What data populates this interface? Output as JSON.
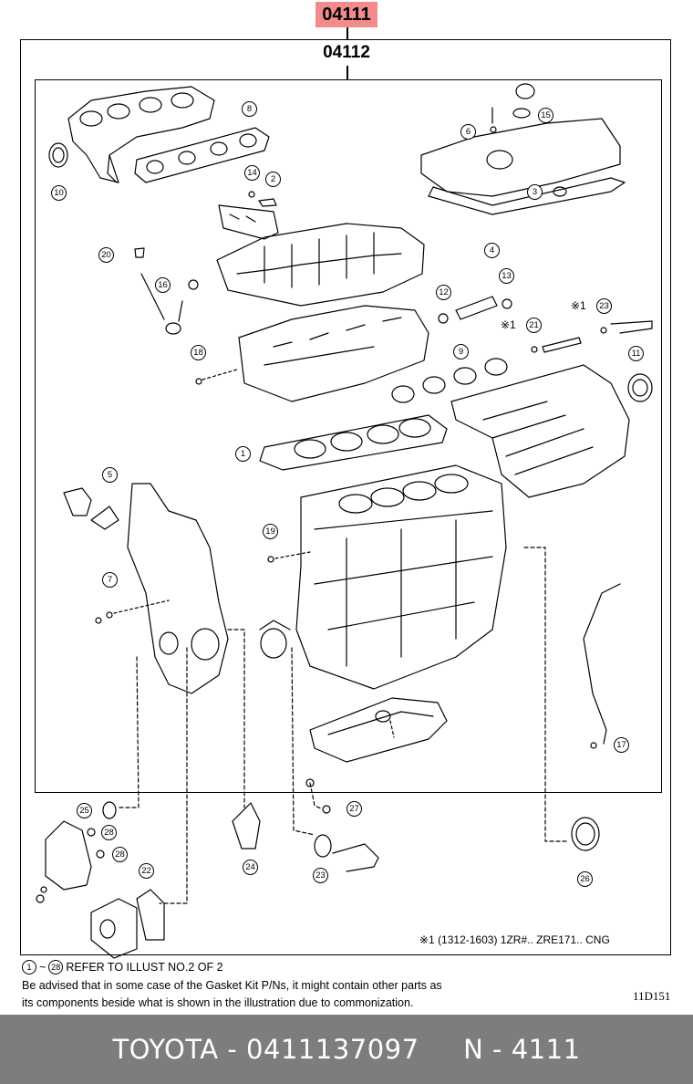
{
  "header": {
    "kit_number": "04111",
    "sub_kit_number": "04112"
  },
  "callouts": {
    "c1": "1",
    "c2": "2",
    "c3": "3",
    "c4": "4",
    "c5": "5",
    "c6": "6",
    "c7": "7",
    "c8": "8",
    "c9": "9",
    "c10": "10",
    "c11": "11",
    "c12": "12",
    "c13": "13",
    "c14": "14",
    "c15": "15",
    "c16": "16",
    "c17": "17",
    "c18": "18",
    "c19": "19",
    "c20": "20",
    "c21": "21",
    "c22": "22",
    "c23": "23",
    "c24": "24",
    "c25": "25",
    "c26": "26",
    "c27": "27",
    "c28": "28"
  },
  "star_mark": "※1",
  "note": "※1  (1312-1603) 1ZR#.. ZRE171.. CNG",
  "refer": {
    "from": "1",
    "tilde": "~",
    "to": "28",
    "text": "REFER TO ILLUST NO.2 OF 2"
  },
  "advice_line1": "Be advised that in some case of the Gasket Kit P/Ns,  it might contain other parts as",
  "advice_line2": "its components beside what is shown in the illustration due to commonization.",
  "illust_code": "11D151",
  "footer": "TOYOTA - 0411137097     N - 4111"
}
